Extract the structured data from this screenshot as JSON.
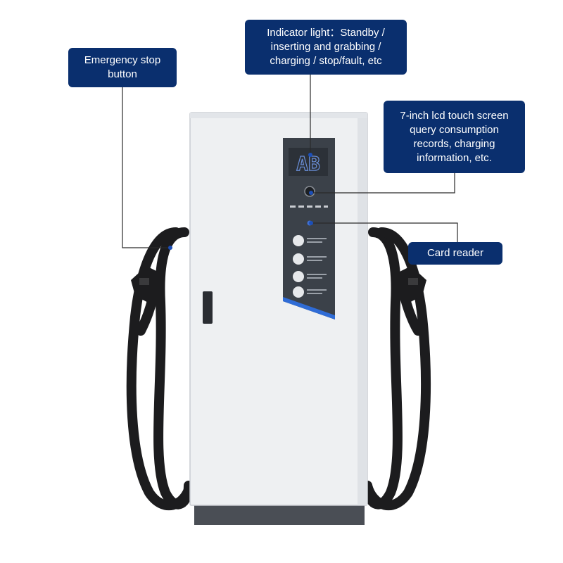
{
  "callouts": {
    "emergency_stop": {
      "lines": [
        "Emergency stop",
        "button"
      ]
    },
    "indicator_light": {
      "lines": [
        "Indicator light：Standby /",
        "inserting and grabbing /",
        "charging / stop/fault, etc"
      ]
    },
    "lcd_screen": {
      "lines": [
        "7-inch lcd touch screen",
        "query consumption",
        "records, charging",
        "information, etc."
      ]
    },
    "card_reader": {
      "lines": [
        "Card reader"
      ]
    }
  },
  "display": {
    "digits": "AB"
  },
  "colors": {
    "callout_bg": "#0a2f6e",
    "callout_text": "#ffffff",
    "leader_line": "#2a2a2a",
    "cabinet": "#eef0f2",
    "panel": "#3b4149",
    "accent_stripe": "#2f6cd6",
    "cable": "#1c1c1e"
  }
}
